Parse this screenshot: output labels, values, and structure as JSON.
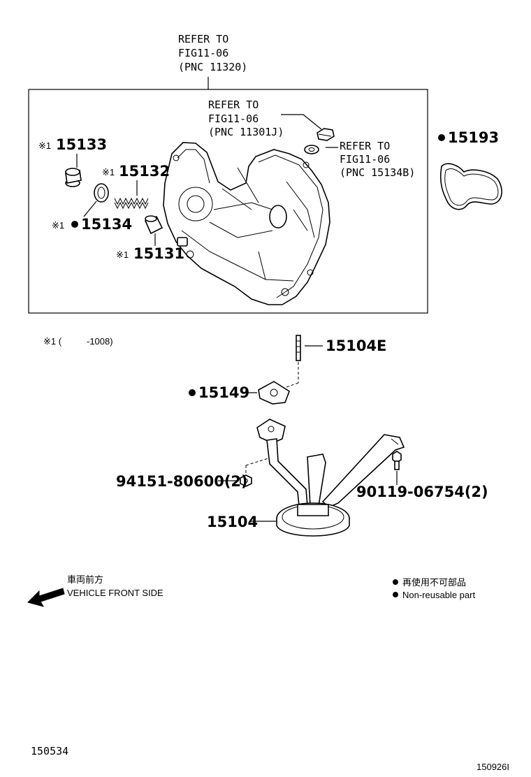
{
  "refs": {
    "top": [
      "REFER TO",
      "FIG11-06",
      "(PNC 11320)"
    ],
    "plug": [
      "REFER TO",
      "FIG11-06",
      "(PNC 11301J)"
    ],
    "washer": [
      "REFER TO",
      "FIG11-06",
      "(PNC 15134B)"
    ]
  },
  "parts": {
    "p15133": "15133",
    "p15132": "15132",
    "p15134": "15134",
    "p15131": "15131",
    "p15193": "15193",
    "p15104E": "15104E",
    "p15149": "15149",
    "p94151": "94151-80600(2)",
    "p90119": "90119-06754(2)",
    "p15104": "15104"
  },
  "marks": {
    "note": "※1",
    "dot": "●"
  },
  "footnote": {
    "mark": "※1 (",
    "range": "-1008)"
  },
  "front": {
    "jp": "車両前方",
    "en": "VEHICLE FRONT SIDE"
  },
  "legend": {
    "jp": "再使用不可部品",
    "en": "Non-reusable part"
  },
  "ids": {
    "figure": "150534",
    "corner": "150926I"
  }
}
